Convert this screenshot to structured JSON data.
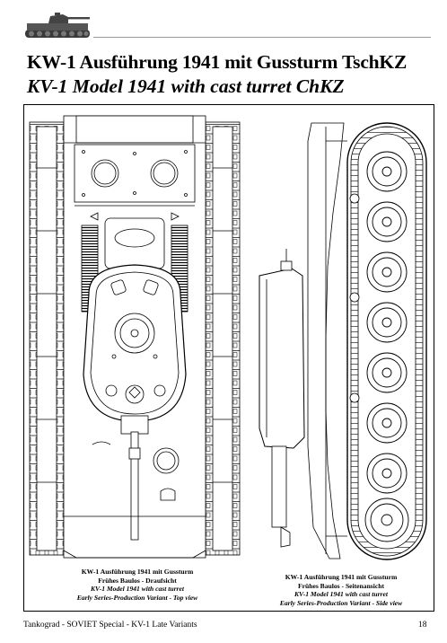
{
  "title_german": "KW-1 Ausführung 1941 mit Gussturm TschKZ",
  "title_english": "KV-1 Model 1941 with cast turret ChKZ",
  "caption_top_view": {
    "line1": "KW-1 Ausführung 1941 mit Gussturm",
    "line2": "Frühes Baulos - Draufsicht",
    "line3": "KV-1 Model 1941 with cast turret",
    "line4": "Early Series-Production Variant - Top view"
  },
  "caption_side_view": {
    "line1": "KW-1 Ausführung 1941 mit Gussturm",
    "line2": "Frühes Baulos - Seitenansicht",
    "line3": "KV-1 Model 1941 with cast turret",
    "line4": "Early Series-Production Variant - Side view"
  },
  "footer": {
    "text": "Tankograd - SOVIET  Special - KV-1 Late Variants",
    "page_number": "18"
  },
  "illustrations": [
    "header-tank-icon",
    "top-view-drawing",
    "side-view-drawing"
  ]
}
